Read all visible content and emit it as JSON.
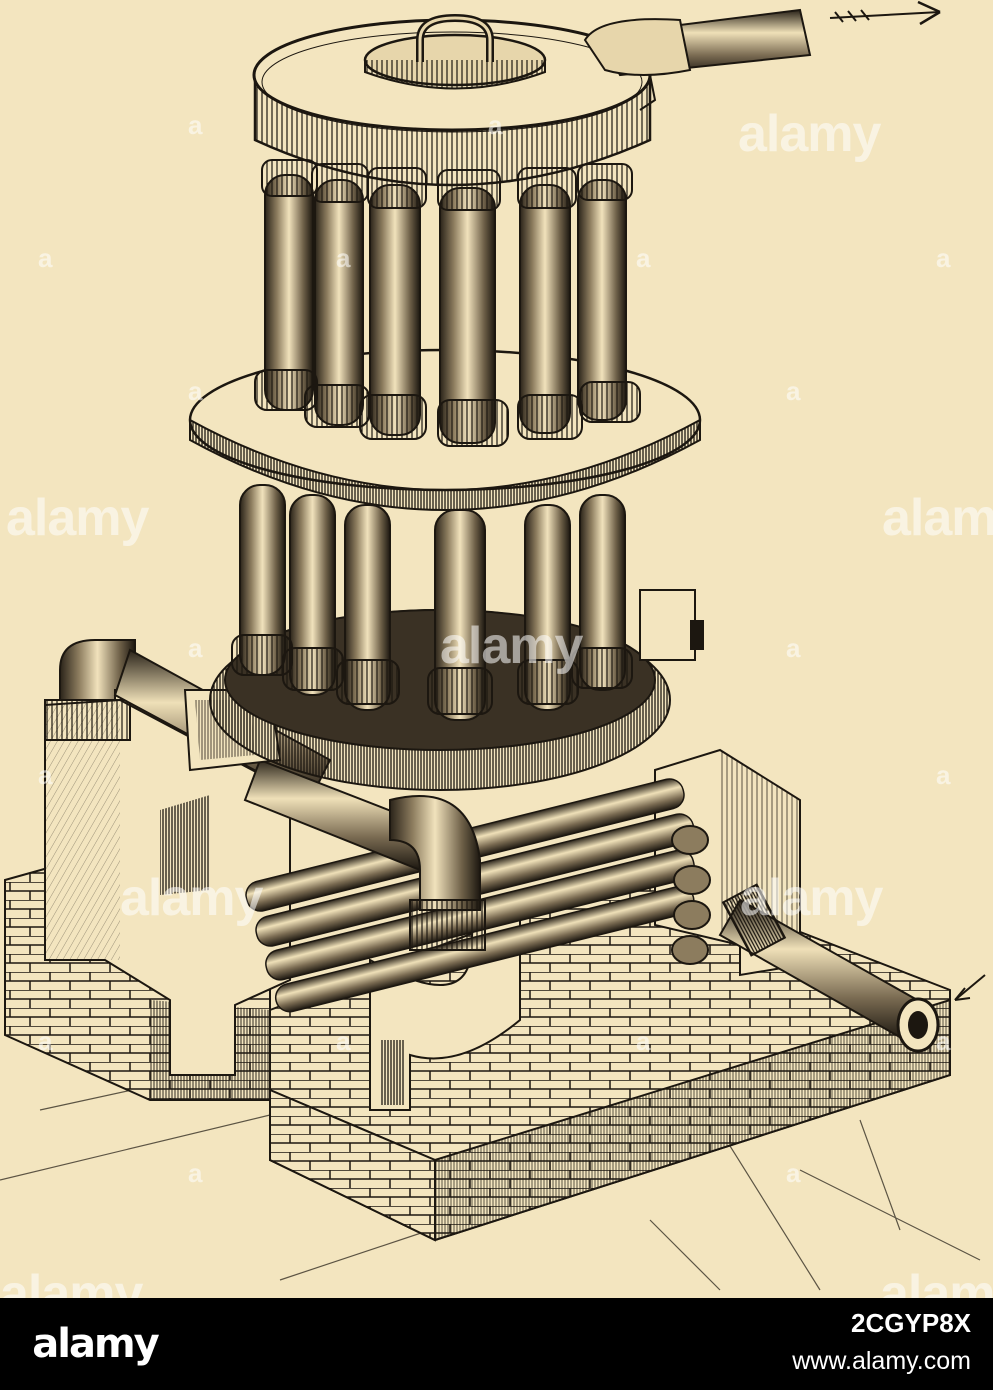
{
  "watermarks": {
    "main": "alamy",
    "small": "a"
  },
  "footer": {
    "logo": "alamy",
    "image_id": "2CGYP8X",
    "url": "www.alamy.com"
  },
  "colors": {
    "paper": "#f3e5bf",
    "ink": "#1c1710",
    "footer_bg": "#000000",
    "footer_text": "#ffffff"
  }
}
